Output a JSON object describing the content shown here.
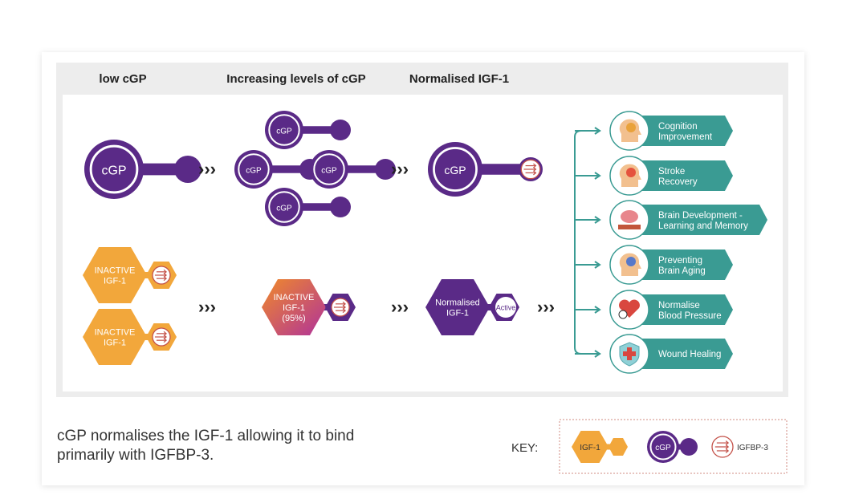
{
  "headers": {
    "low": "low cGP",
    "increasing": "Increasing levels of cGP",
    "normalised": "Normalised IGF-1"
  },
  "molecules": {
    "cgp": "cGP",
    "inactive_line1": "INACTIVE",
    "inactive_line2": "IGF-1",
    "inactive_pct": "(95%)",
    "normalised_line1": "Normalised",
    "normalised_line2": "IGF-1",
    "active": "Active"
  },
  "arrow_glyph": "›››",
  "benefits": [
    {
      "line1": "Cognition",
      "line2": "Improvement",
      "icon": "head-brain-icon"
    },
    {
      "line1": "Stroke",
      "line2": "Recovery",
      "icon": "head-spiral-icon"
    },
    {
      "line1": "Brain Development -",
      "line2": "Learning and Memory",
      "icon": "brain-book-icon"
    },
    {
      "line1": "Preventing",
      "line2": "Brain Aging",
      "icon": "head-gear-icon"
    },
    {
      "line1": "Normalise",
      "line2": "Blood Pressure",
      "icon": "heart-gauge-icon"
    },
    {
      "line1": "Wound Healing",
      "line2": "",
      "icon": "shield-cross-icon"
    }
  ],
  "caption": {
    "line1": "cGP normalises the IGF-1 allowing it to bind",
    "line2": "primarily with IGFBP-3."
  },
  "key": {
    "label": "KEY:",
    "igf1": "IGF-1",
    "cgp": "cGP",
    "igfbp3": "IGFBP-3"
  },
  "colors": {
    "purple": "#5a2a87",
    "orange": "#f2a73b",
    "teal": "#3a9b93",
    "red": "#c4524a",
    "gradStart": "#f08a2a",
    "gradEnd": "#b0329a"
  }
}
